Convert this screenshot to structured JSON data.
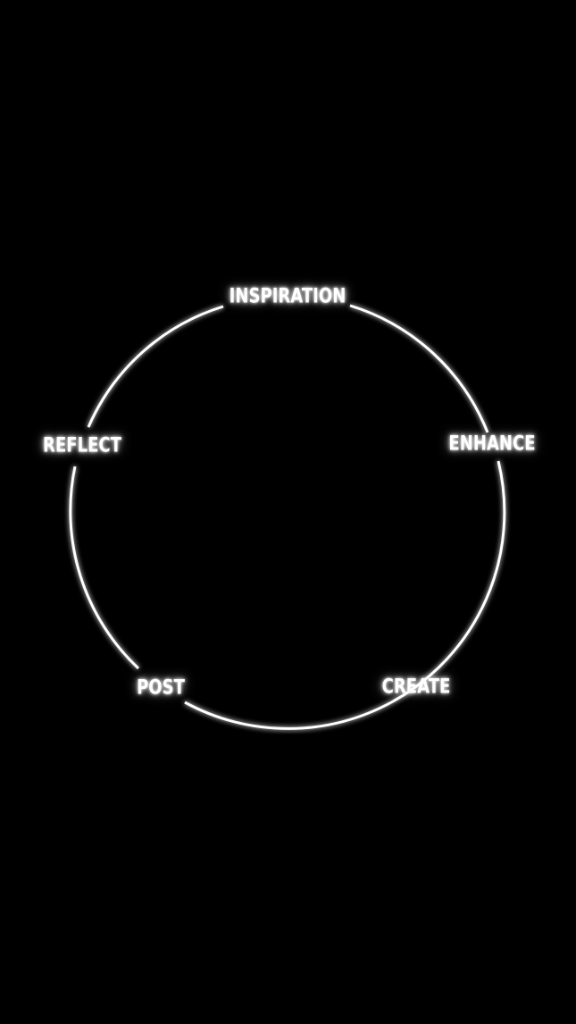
{
  "diagram": {
    "type": "cycle",
    "line_color": "#ffffff",
    "background": "#000000",
    "stages": [
      {
        "id": "inspiration",
        "label": "INSPIRATION"
      },
      {
        "id": "enhance",
        "label": "ENHANCE"
      },
      {
        "id": "create",
        "label": "CREATE"
      },
      {
        "id": "post",
        "label": "POST"
      },
      {
        "id": "reflect",
        "label": "REFLECT"
      }
    ]
  }
}
